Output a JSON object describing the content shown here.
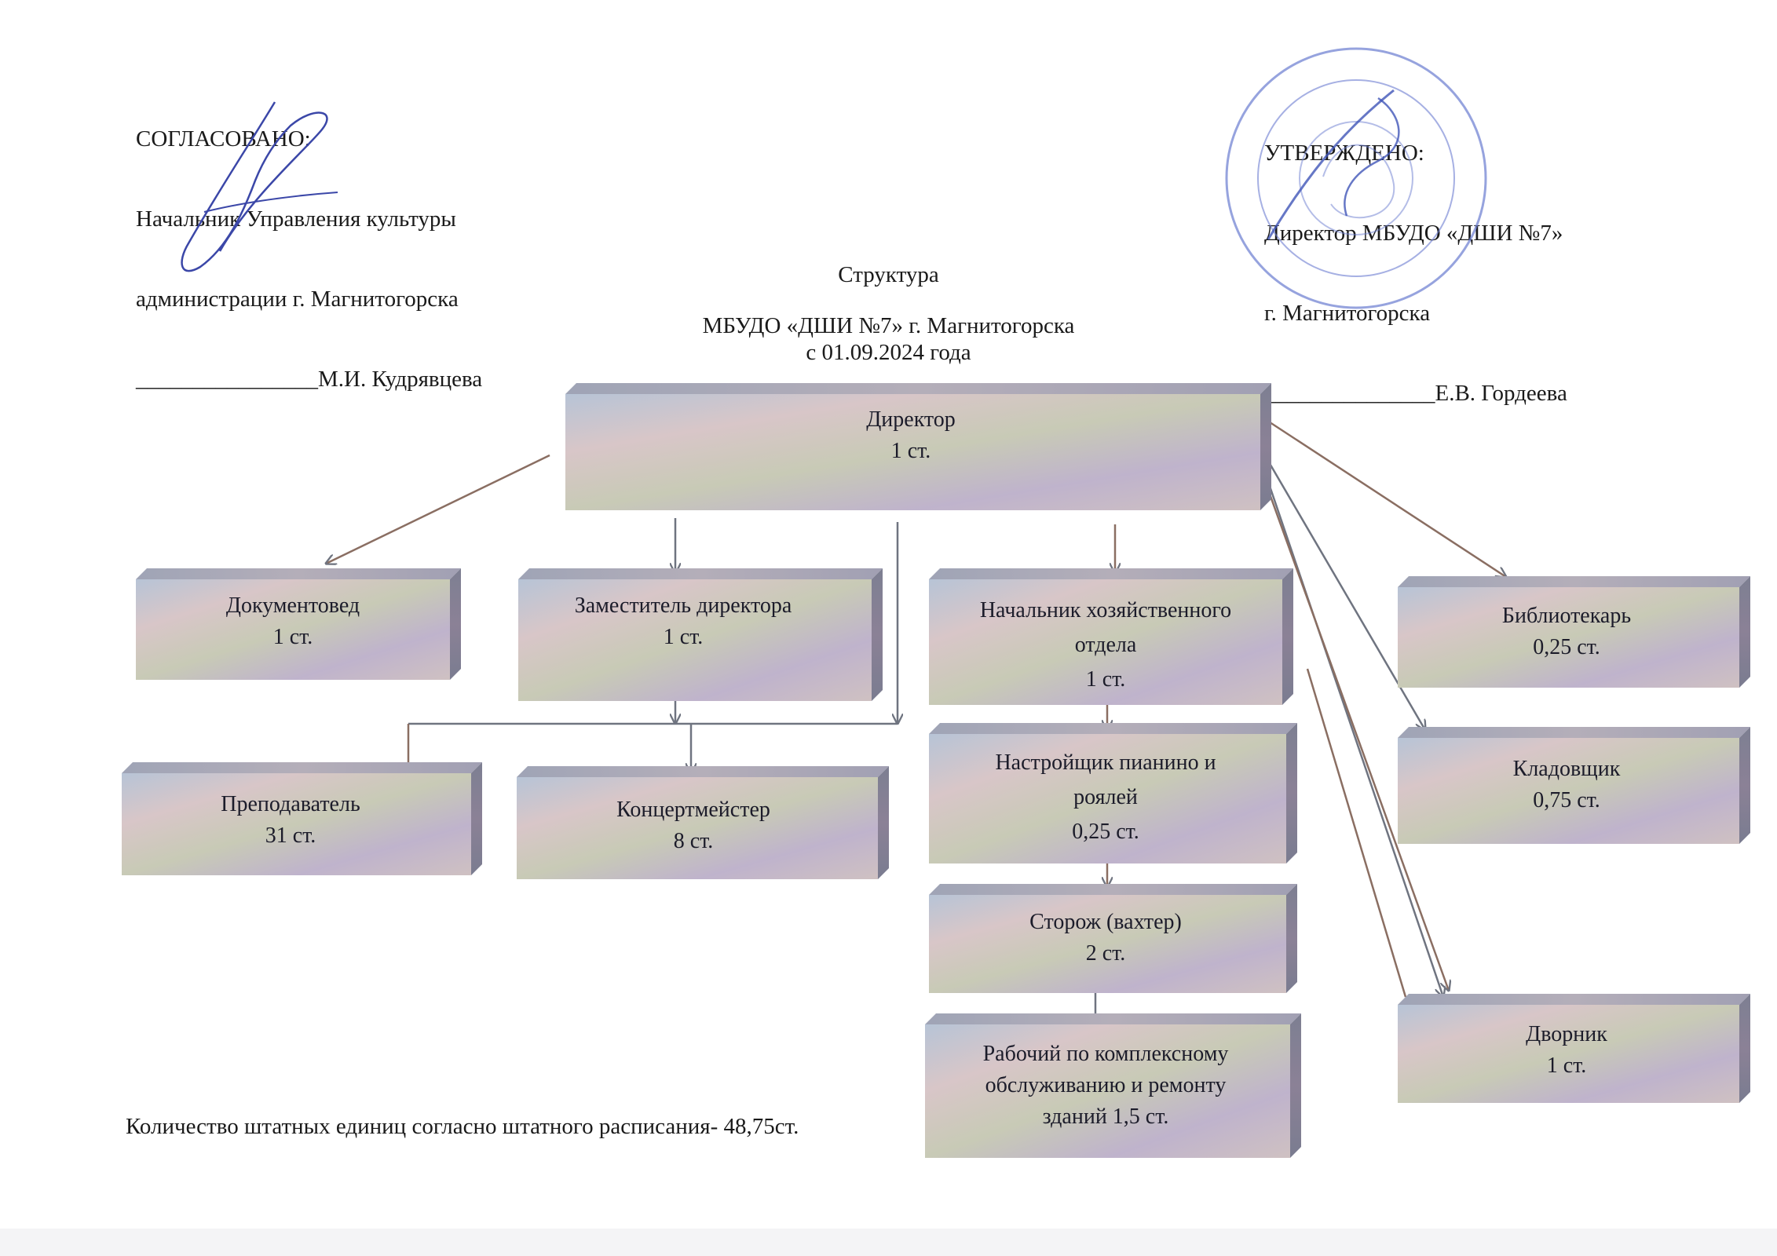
{
  "approval_left": {
    "lines": [
      "СОГЛАСОВАНО:",
      "Начальник Управления культуры",
      "администрации г. Магнитогорска",
      "________________М.И. Кудрявцева"
    ]
  },
  "approval_right": {
    "lines": [
      "УТВЕРЖДЕНО:",
      "Директор МБУДО «ДШИ №7»",
      "г. Магнитогорска",
      "_______________Е.В. Гордеева"
    ]
  },
  "title": {
    "line1": "Структура",
    "line2": "МБУДО «ДШИ №7» г. Магнитогорска",
    "line3": "с 01.09.2024  года"
  },
  "boxes": {
    "director": [
      "Директор",
      "1 ст."
    ],
    "documentoved": [
      "Документовед",
      "1 ст."
    ],
    "deputy": [
      "Заместитель директора",
      "1 ст."
    ],
    "head_household": [
      "Начальник хозяйственного",
      "отдела",
      "1 ст."
    ],
    "librarian": [
      "Библиотекарь",
      "0,25 ст."
    ],
    "teacher": [
      "Преподаватель",
      "",
      "31 ст."
    ],
    "accompanist": [
      "Концертмейстер",
      "",
      "8 ст."
    ],
    "tuner": [
      "Настройщик пианино и",
      "роялей",
      "0,25 ст."
    ],
    "storekeeper": [
      "Кладовщик",
      "0,75 ст."
    ],
    "watchman": [
      "Сторож (вахтер)",
      "2 ст."
    ],
    "worker": [
      "Рабочий по комплексному",
      "обслуживанию и ремонту",
      "зданий 1,5 ст."
    ],
    "janitor": [
      "Дворник",
      "1 ст."
    ]
  },
  "footer": "Количество штатных единиц согласно штатного расписания- 48,75ст.",
  "colors": {
    "arrow": "#7a6a64",
    "box_face": "#c2bcc8",
    "box_top": "#a9a6b6",
    "box_side": "#7e7b8c",
    "stamp": "#5a6cc8"
  }
}
